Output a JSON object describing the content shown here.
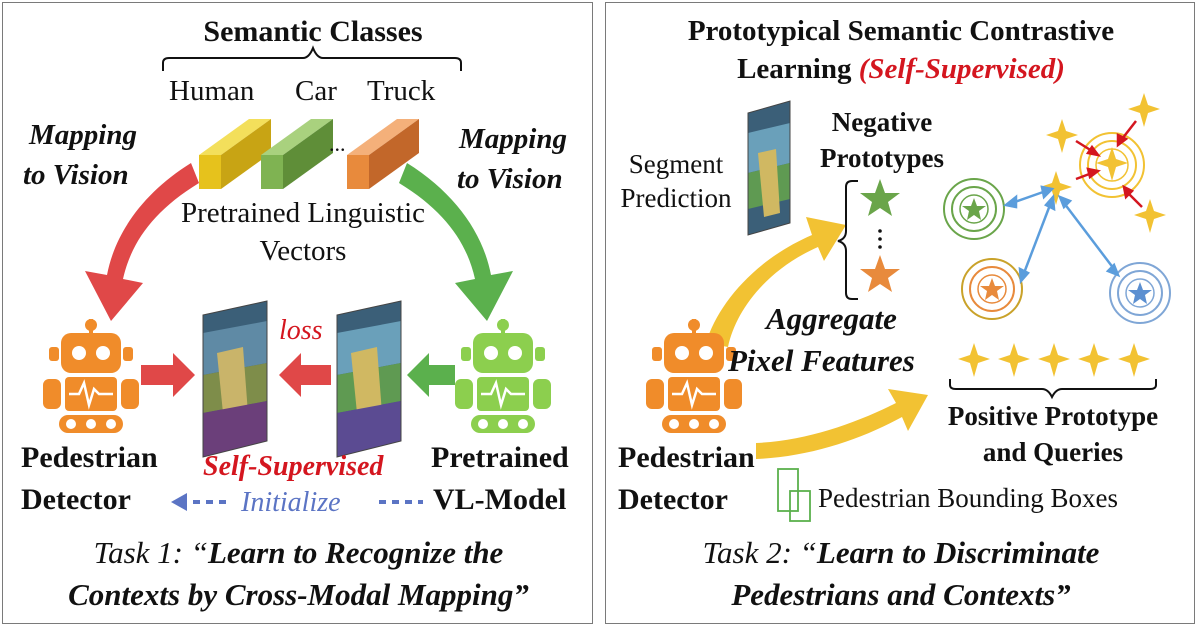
{
  "task1": {
    "header": "Semantic Classes",
    "classes": [
      "Human",
      "Car",
      "Truck"
    ],
    "ellipsis": "...",
    "mapping_left": [
      "Mapping",
      "to Vision"
    ],
    "mapping_right": [
      "Mapping",
      "to Vision"
    ],
    "linguistic": [
      "Pretrained Linguistic",
      "Vectors"
    ],
    "loss": "loss",
    "detector": [
      "Pedestrian",
      "Detector"
    ],
    "vl_model": [
      "Pretrained",
      "VL-Model"
    ],
    "self_supervised": "Self-Supervised",
    "initialize": "Initialize",
    "caption_prefix": "Task 1: “",
    "caption_line1": "Learn to Recognize the",
    "caption_line2": "Contexts by Cross-Modal Mapping”"
  },
  "task2": {
    "title_line1": "Prototypical Semantic Contrastive",
    "title_line2_prefix": "Learning ",
    "title_line2_suffix": "(Self-Supervised)",
    "segment": [
      "Segment",
      "Prediction"
    ],
    "negative": [
      "Negative",
      "Prototypes"
    ],
    "aggregate": [
      "Aggregate",
      "Pixel Features"
    ],
    "positive": [
      "Positive Prototype",
      "and Queries"
    ],
    "detector": [
      "Pedestrian",
      "Detector"
    ],
    "bbox": "Pedestrian Bounding Boxes",
    "caption_prefix": "Task 2: “",
    "caption_line1": "Learn to Discriminate",
    "caption_line2": "Pedestrians and Contexts”"
  },
  "colors": {
    "red_arrow": "#e04848",
    "green_arrow": "#5bb04d",
    "robot_orange": "#f08c2a",
    "robot_green": "#8ccf4e",
    "yellow_vec": "#e6c21c",
    "green_vec": "#7fb352",
    "orange_vec": "#e88a3c",
    "star_gold": "#f2c233",
    "red_text": "#d4161f",
    "blue_text": "#5b74c4"
  }
}
